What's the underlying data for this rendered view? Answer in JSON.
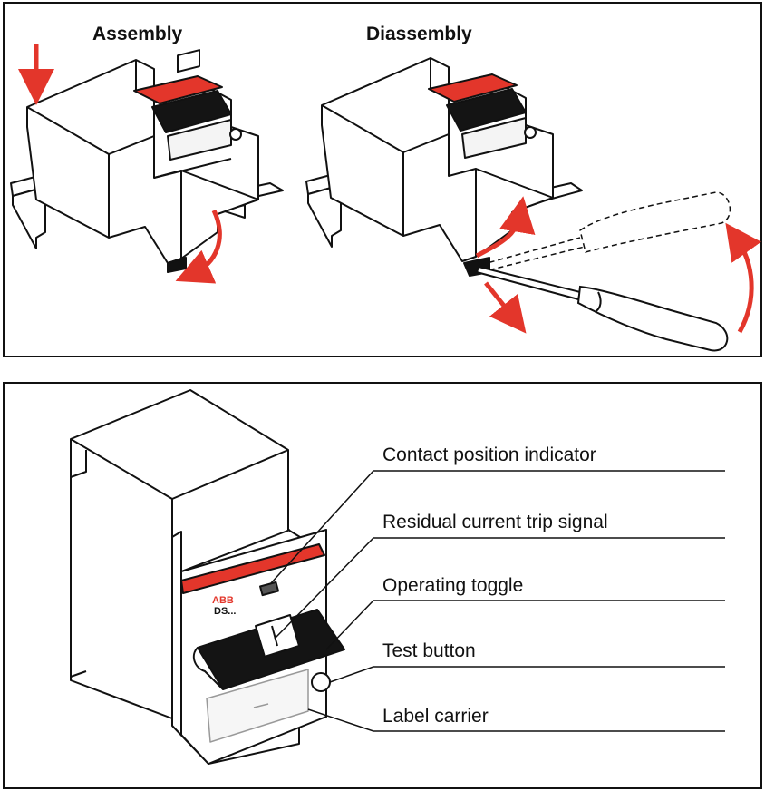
{
  "top_panel": {
    "assembly_title": "Assembly",
    "disassembly_title": "Diassembly"
  },
  "bottom_panel": {
    "callouts": [
      "Contact position indicator",
      "Residual current trip signal",
      "Operating toggle",
      "Test button",
      "Label carrier"
    ],
    "brand_text": "ABB",
    "model_text": "DS..."
  },
  "colors": {
    "accent_red": "#e3362b",
    "stroke": "#111111",
    "toggle_black": "#141414"
  },
  "icons": [
    "arrow-down-icon",
    "curved-arrow-icon",
    "screwdriver-icon"
  ]
}
